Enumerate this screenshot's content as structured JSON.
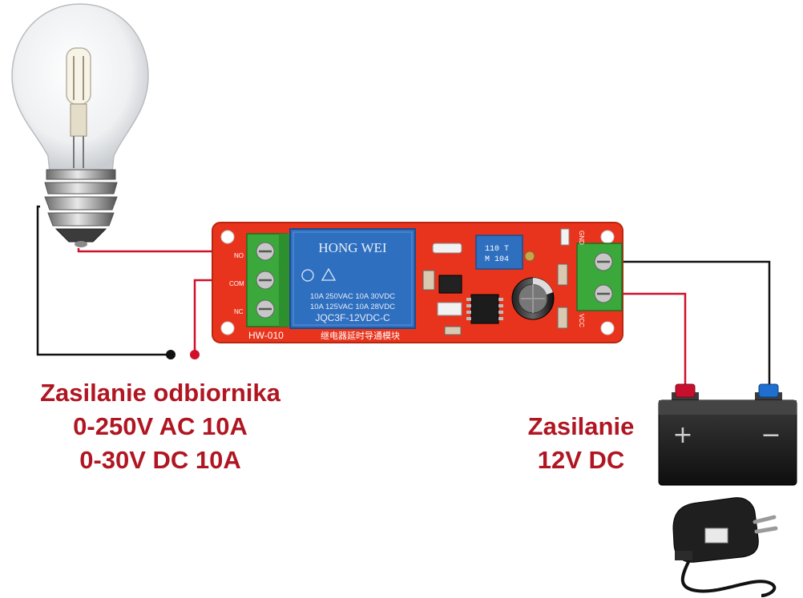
{
  "load_supply": {
    "line1": "Zasilanie odbiornika",
    "line2": "0-250V AC 10A",
    "line3": "0-30V DC 10A"
  },
  "module_supply": {
    "line1": "Zasilanie",
    "line2": "12V DC"
  },
  "relay": {
    "brand": "HONG WEI",
    "rating1": "10A 250VAC  10A  30VDC",
    "rating2": "10A 125VAC  10A  28VDC",
    "model": "JQC3F-12VDC-C"
  },
  "pcb": {
    "model": "HW-010",
    "chinese_label": "继电器延时导通模块",
    "pin_no": "NO",
    "pin_com": "COM",
    "pin_nc": "NC",
    "pin_gnd": "GND",
    "pin_vcc": "VCC",
    "pot_line1": "110 T",
    "pot_line2": "M 104"
  },
  "battery": {
    "plus": "+",
    "minus": "−"
  },
  "colors": {
    "caption": "#b01622",
    "wire_red": "#d0102a",
    "wire_black": "#111111",
    "pcb": "#e8341c",
    "relay": "#2e6fc0",
    "terminal": "#3aa83a"
  }
}
